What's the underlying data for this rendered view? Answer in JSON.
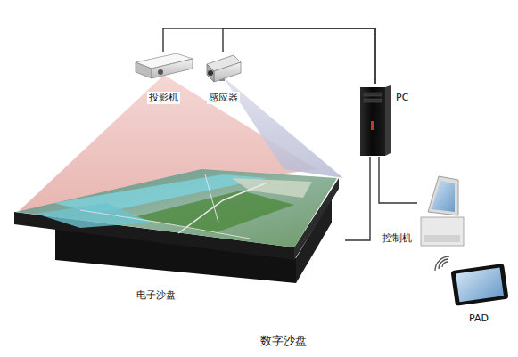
{
  "diagram": {
    "caption": "数字沙盘",
    "nodes": [
      {
        "text": [
          "投影机"
        ]
      },
      {
        "text": [
          "感应器"
        ]
      },
      {
        "text": [
          "PC"
        ]
      },
      {
        "text": [
          "电子沙盘"
        ]
      },
      {
        "text": [
          "控制机"
        ]
      },
      {
        "text": [
          "PAD"
        ]
      }
    ],
    "edges": [
      {
        "from": 0,
        "to": 2,
        "arrow": "none"
      },
      {
        "from": 1,
        "to": 2,
        "arrow": "none"
      },
      {
        "from": 2,
        "to": 4,
        "arrow": "none"
      },
      {
        "from": 2,
        "to": 3,
        "arrow": "none"
      }
    ]
  }
}
